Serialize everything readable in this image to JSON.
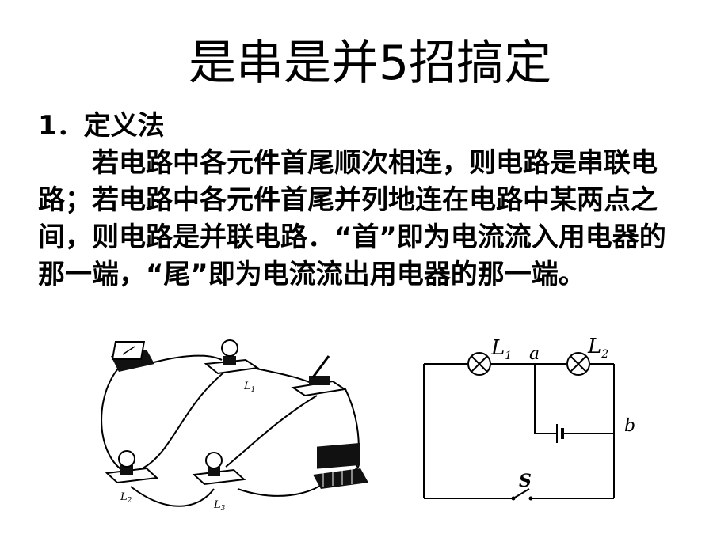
{
  "slide": {
    "title": "是串是并5招搞定",
    "section_heading": "1．定义法",
    "paragraph": "若电路中各元件首尾顺次相连，则电路是串联电路；若电路中各元件首尾并列地连在电路中某两点之间，则电路是并联电路．“首”即为电流流入用电器的那一端，“尾”即为电流流出用电器的那一端。"
  },
  "figure_left": {
    "labels": {
      "l1": "L",
      "l1_sub": "1",
      "l2": "L",
      "l2_sub": "2",
      "l3": "L",
      "l3_sub": "3"
    }
  },
  "figure_right": {
    "labels": {
      "l1": "L",
      "l1_sub": "1",
      "l2": "L",
      "l2_sub": "2",
      "a": "a",
      "b": "b",
      "s": "S"
    }
  }
}
